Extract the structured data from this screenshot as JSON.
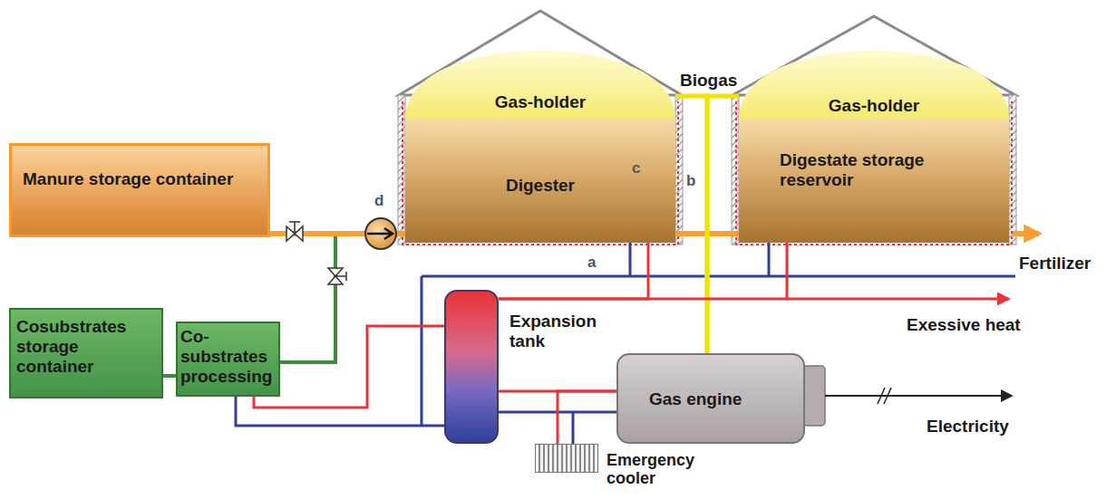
{
  "diagram": {
    "nodes": [
      {
        "text": [
          "Manure storage container"
        ]
      },
      {
        "text": [
          "Gas-holder"
        ]
      },
      {
        "text": [
          "Digester"
        ]
      },
      {
        "text": [
          "Gas-holder"
        ]
      },
      {
        "text": [
          "Digestate storage reservoir"
        ]
      },
      {
        "text": [
          "Cosubstrates storage container"
        ]
      },
      {
        "text": [
          "Co- substrates processing"
        ]
      },
      {
        "text": [
          "Expansion tank"
        ]
      },
      {
        "text": [
          "Gas engine"
        ]
      },
      {
        "text": [
          "Emergency cooler"
        ]
      }
    ],
    "edges": [
      {
        "from": 0,
        "to": 2,
        "arrow": "none"
      },
      {
        "from": 5,
        "to": 6,
        "arrow": "none"
      },
      {
        "from": 6,
        "to": 2,
        "arrow": "none"
      },
      {
        "from": 2,
        "to": 4,
        "arrow": "none"
      },
      {
        "from": 1,
        "to": 8,
        "arrow": "none"
      },
      {
        "from": 3,
        "to": 8,
        "arrow": "none"
      },
      {
        "from": 8,
        "to": 7,
        "arrow": "none"
      },
      {
        "from": 7,
        "to": 2,
        "arrow": "none"
      },
      {
        "from": 7,
        "to": 4,
        "arrow": "none"
      },
      {
        "from": 7,
        "to": 6,
        "arrow": "none"
      },
      {
        "from": 9,
        "to": 8,
        "arrow": "none"
      }
    ],
    "labels": [
      "Biogas",
      "a",
      "b",
      "c",
      "d",
      "Fertilizer",
      "Exessive heat",
      "Electricity"
    ]
  }
}
